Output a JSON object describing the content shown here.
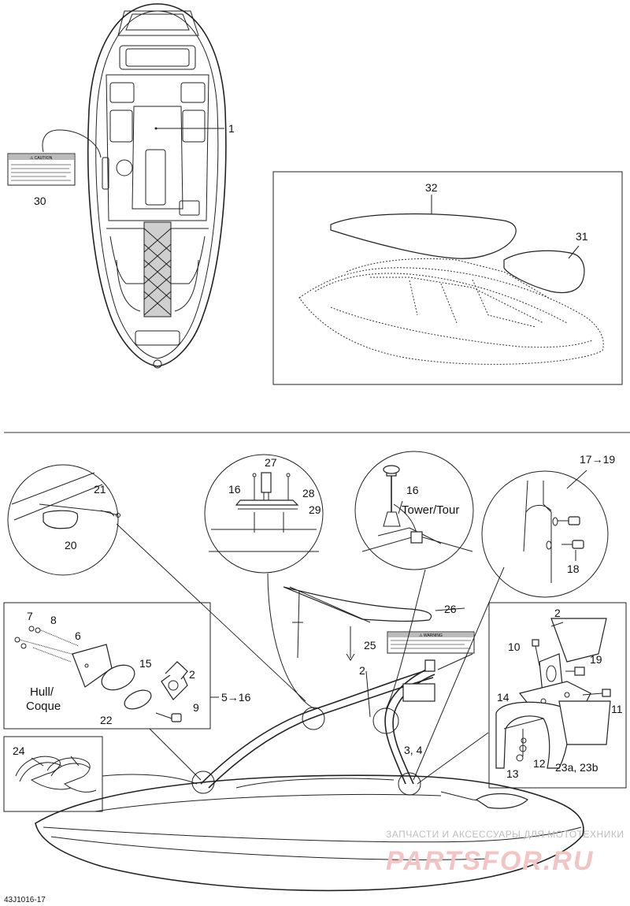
{
  "callouts": {
    "c1": "1",
    "c30": "30",
    "c32": "32",
    "c31": "31",
    "c21": "21",
    "c20": "20",
    "c27": "27",
    "c16a": "16",
    "c28": "28",
    "c29": "29",
    "c16b": "16",
    "tower": "Tower/Tour",
    "range17": "17→19",
    "c18": "18",
    "c7": "7",
    "c8": "8",
    "c6": "6",
    "c15": "15",
    "c2a": "2",
    "hull": "Hull/",
    "coque": "Coque",
    "c22": "22",
    "c9": "9",
    "range5": "5→16",
    "c26": "26",
    "c25": "25",
    "c2b": "2",
    "c34": "3, 4",
    "c24": "24",
    "c2c": "2",
    "c10": "10",
    "c19": "19",
    "c14": "14",
    "c11": "11",
    "c12": "12",
    "c13": "13",
    "c23": "23a, 23b"
  },
  "caution_label": "⚠ CAUTION",
  "warning_label": "⚠ WARNING",
  "watermark_small": "ЗАПЧАСТИ И АКСЕССУАРЫ ДЛЯ МОТОТЕХНИКИ",
  "watermark_big": "PARTSFOR.RU",
  "diagram_code": "43J1016-17"
}
